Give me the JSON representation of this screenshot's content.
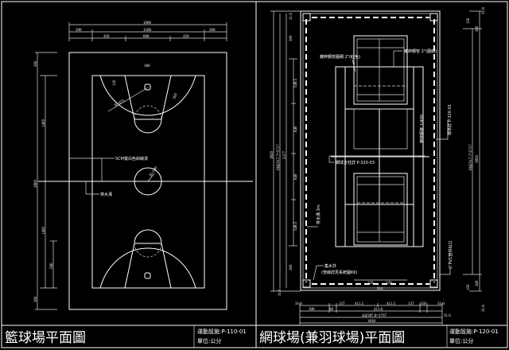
{
  "basketball": {
    "title": "籃球場平面圖",
    "code": "運動設施:P-110-01",
    "unit": "單位:公分",
    "dims_top": [
      "1900",
      "200",
      "1500",
      "200",
      "450",
      "600",
      "450"
    ],
    "dims_left": [
      "300",
      "2800",
      "1400",
      "1400",
      "580",
      "300"
    ],
    "dims_key": [
      "180",
      "120",
      "R=675",
      "360",
      "R=180"
    ],
    "notes": [
      "5CM寬白色斜線漆",
      "排水溝"
    ]
  },
  "tennis": {
    "title": "網球場(兼羽球場)平面圖",
    "code": "運動設施:P-120-01",
    "unit": "單位:公分",
    "dims_left": [
      "31.6",
      "300",
      "3820",
      "18@317.7=5717",
      "2377",
      "548.5",
      "640",
      "640",
      "548.5",
      "300",
      "31.6"
    ],
    "dims_right": [
      "31.6",
      "150",
      "300",
      "18@317.7=5717",
      "3820",
      "300",
      "150",
      "31.6"
    ],
    "dims_bottom": [
      "31.6",
      "300",
      "60",
      "137",
      "411.5",
      "411.5",
      "137",
      "150",
      "31.6",
      "411.6",
      "4@387.8=1767",
      "1830",
      "31.6",
      "229",
      "229",
      "914"
    ],
    "notes": [
      "鍍鋅鋼管圍網 2\"(紅色)",
      "鍍鋅鋼管 2\"(圍網)",
      "網球支柱詳 P-320-03",
      "鍍鋅鋼管 1/400",
      "標準詳 P-320-01",
      "排水溝 3m",
      "集水井",
      "(管線詳見系統圖KK)",
      "6\"PVC管排出口"
    ]
  }
}
